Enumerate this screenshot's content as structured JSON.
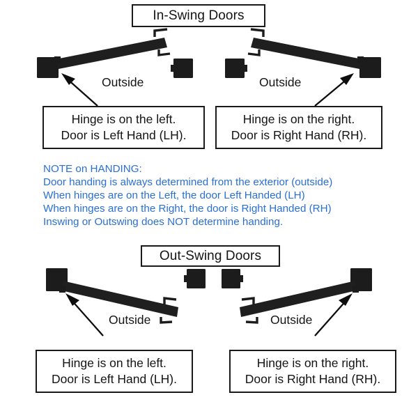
{
  "diagram": {
    "title_inswing": "In-Swing Doors",
    "title_outswing": "Out-Swing Doors",
    "colors": {
      "note_blue": "#2a6fd6",
      "stroke_black": "#1a1a1a",
      "door_fill": "#1f1f1f",
      "background": "#ffffff"
    }
  },
  "inswing": {
    "left": {
      "outside_label": "Outside",
      "caption_line1": "Hinge is on the left.",
      "caption_line2": "Door is Left Hand (LH)."
    },
    "right": {
      "outside_label": "Outside",
      "caption_line1": "Hinge is on the right.",
      "caption_line2": "Door is Right Hand (RH)."
    }
  },
  "outswing": {
    "left": {
      "outside_label": "Outside",
      "caption_line1": "Hinge is on the left.",
      "caption_line2": "Door is Left Hand (LH)."
    },
    "right": {
      "outside_label": "Outside",
      "caption_line1": "Hinge is on the right.",
      "caption_line2": "Door is Right Hand (RH)."
    }
  },
  "note": {
    "heading": "NOTE on HANDING:",
    "line1": "Door handing is always determined from the exterior (outside)",
    "line2": "When hinges are on the Left, the door Left Handed (LH)",
    "line3": "When hinges are on the Right, the door is Right Handed (RH)",
    "line4": "Inswing or Outswing does NOT determine handing."
  }
}
